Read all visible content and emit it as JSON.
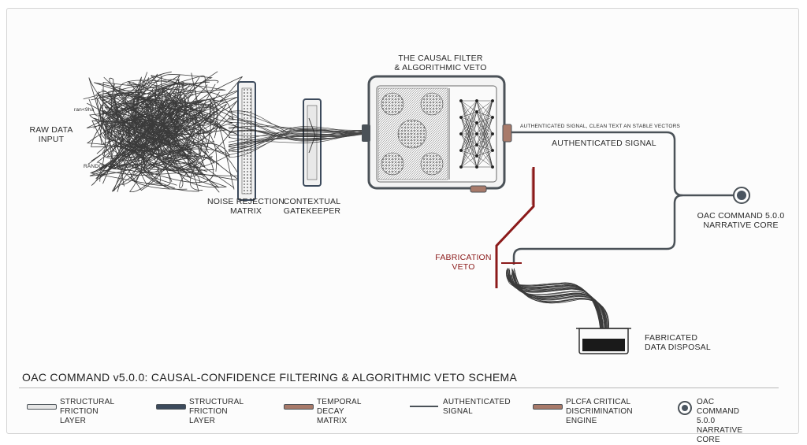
{
  "diagram": {
    "title": "THE CAUSAL FILTER & ALGORITHMIC VETO",
    "title_line1": "THE CAUSAL FILTER",
    "title_line2": "& ALGORITHMIC VETO",
    "raw_input": {
      "line1": "RAW DATA",
      "line2": "INPUT"
    },
    "random_artifacts": "RANDOM ARTIFACTS",
    "random_tag": "ran<9ha",
    "noise_matrix": {
      "line1": "NOISE REJECTION",
      "line2": "MATRIX"
    },
    "gatekeeper": {
      "line1": "CONTEXTUAL",
      "line2": "GATEKEEPER"
    },
    "signal_caption": "AUTHENTICATED SIGNAL, CLEAN TEXT AN STABLE VECTORS",
    "signal_label": "AUTHENTICATED SIGNAL",
    "core": {
      "line1": "OAC COMMAND 5.0.0",
      "line2": "NARRATIVE CORE"
    },
    "veto": {
      "line1": "FABRICATION",
      "line2": "VETO"
    },
    "disposal": {
      "line1": "FABRICATED",
      "line2": "DATA DISPOSAL"
    },
    "colors": {
      "ink": "#1c1c1c",
      "pipe": "#4b5258",
      "veto": "#8b1a1a",
      "copper": "#a87a6a",
      "core": "#4a5560"
    }
  },
  "footer": {
    "title": "OAC COMMAND v5.0.0: CAUSAL-CONFIDENCE FILTERING & ALGORITHMIC VETO SCHEMA"
  },
  "legend": [
    {
      "line1": "STRUCTURAL",
      "line2": "FRICTION LAYER",
      "swatch": "#e6e6e6",
      "kind": "bar-light"
    },
    {
      "line1": "STRUCTURAL",
      "line2": "FRICTION LAYER",
      "swatch": "#3c4a5c",
      "kind": "bar-dark"
    },
    {
      "line1": "TEMPORAL",
      "line2": "DECAY MATRIX",
      "swatch": "#a87a6a",
      "kind": "bar-copper"
    },
    {
      "line1": "AUTHENTICATED",
      "line2": "SIGNAL",
      "swatch": "#4b5258",
      "kind": "line"
    },
    {
      "line1": "PLCFA CRITICAL",
      "line2": "DISCRIMINATION ENGINE",
      "swatch": "#a87a6a",
      "kind": "bar-copper2"
    },
    {
      "line1": "OAC COMMAND 5.0.0",
      "line2": "NARRATIVE CORE",
      "swatch": "#4a5560",
      "kind": "node"
    }
  ]
}
